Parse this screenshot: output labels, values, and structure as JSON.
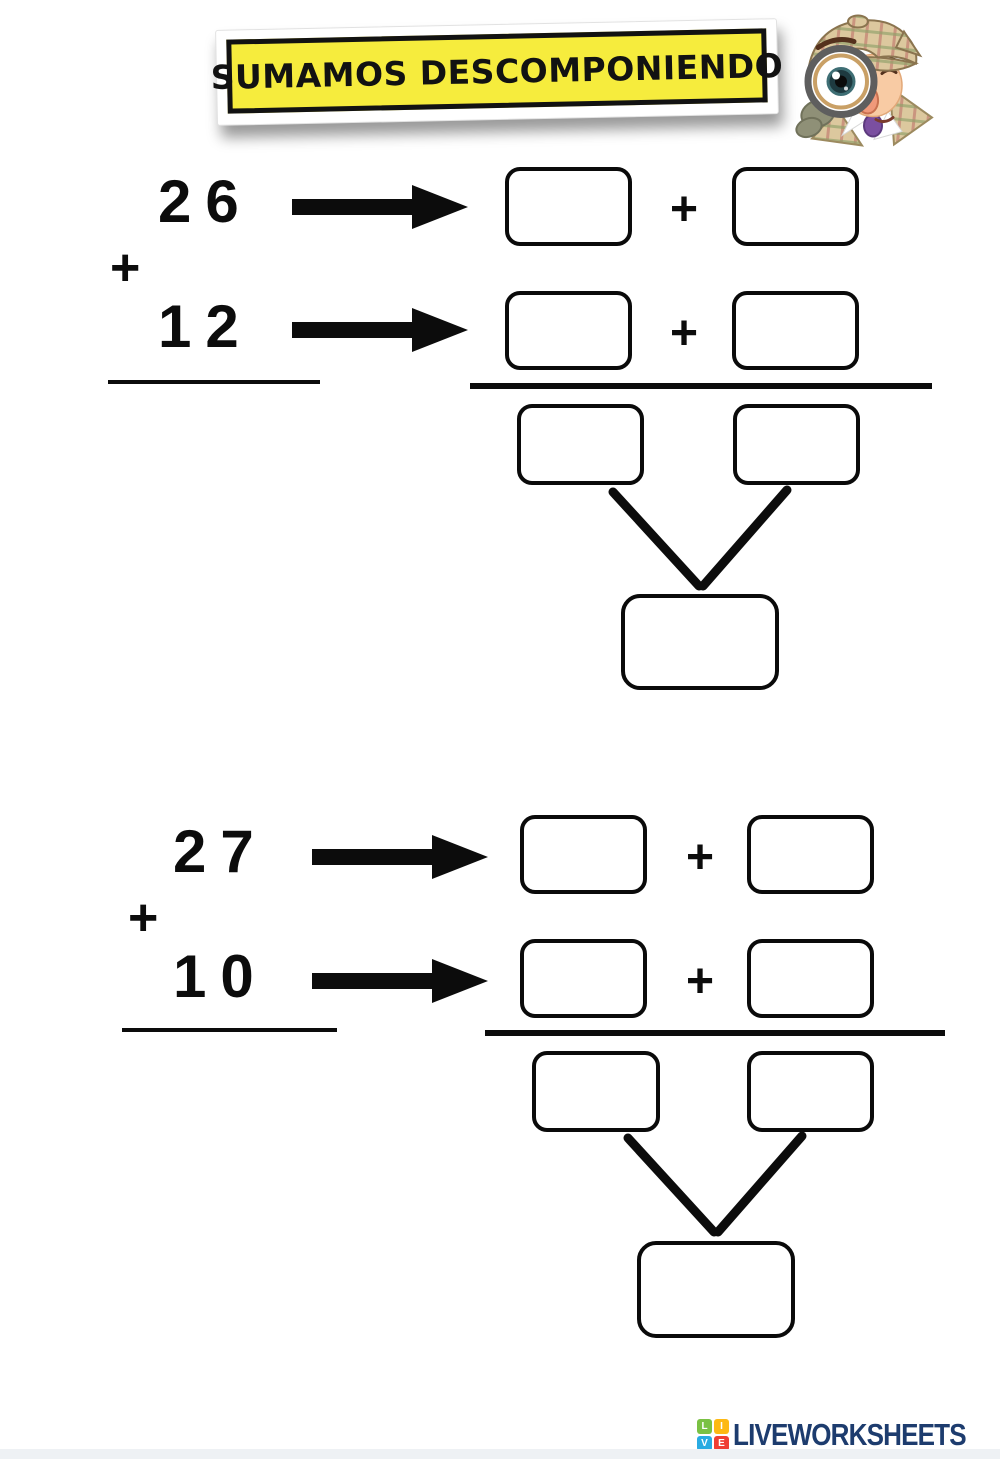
{
  "title": {
    "text": "SUMAMOS DESCOMPONIENDO"
  },
  "colors": {
    "banner_yellow": "#F6EC3D",
    "ink": "#0C0C0C",
    "footer_navy": "#1D3C6E",
    "logo_green": "#7AC143",
    "logo_yellow": "#FDB913",
    "logo_blue": "#29ABE2",
    "logo_red": "#EF3E33"
  },
  "icons": {
    "detective": "detective-with-magnifying-glass",
    "arrow": "arrow-right-icon"
  },
  "problems": [
    {
      "addend1": "26",
      "addend2": "12",
      "plus_sign": "+"
    },
    {
      "addend1": "27",
      "addend2": "10",
      "plus_sign": "+"
    }
  ],
  "footer": {
    "brand": "LIVEWORKSHEETS",
    "logo_letters": [
      "L",
      "I",
      "V",
      "E"
    ]
  }
}
